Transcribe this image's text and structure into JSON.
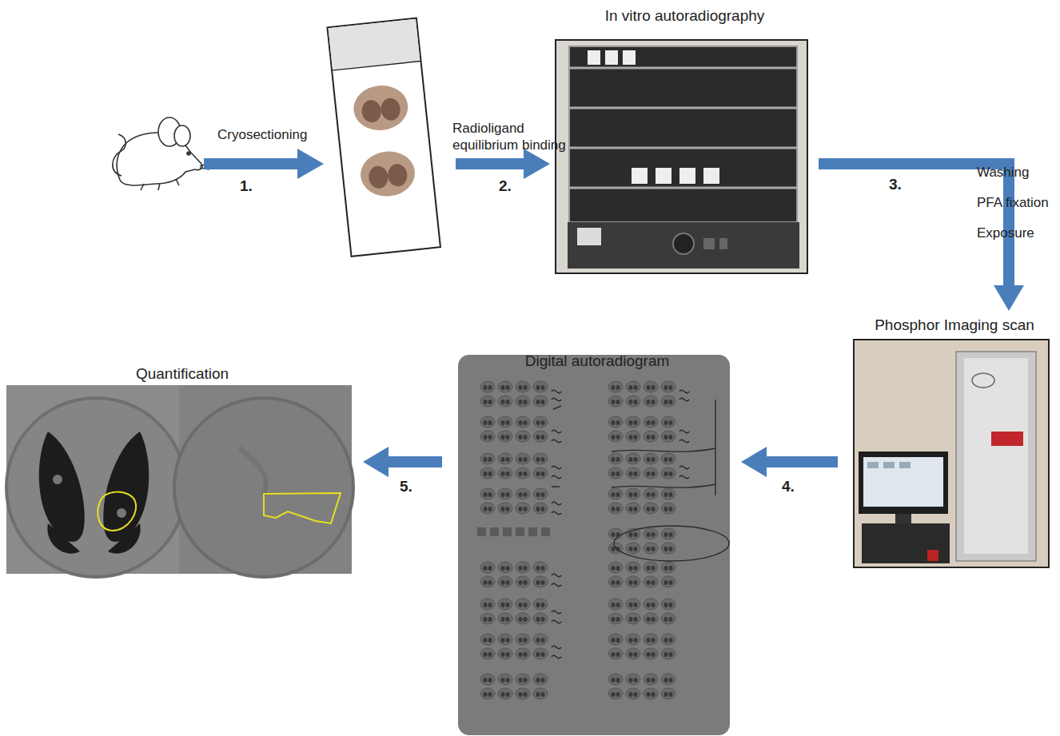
{
  "diagram": {
    "nodes": [
      {
        "text": [
          "In vitro autoradiography"
        ]
      },
      {
        "text": [
          "Phosphor Imaging scan"
        ]
      },
      {
        "text": [
          "Digital autoradiogram"
        ]
      },
      {
        "text": [
          "Quantification"
        ]
      }
    ],
    "edges": [
      {
        "from": 0,
        "to": 1,
        "arrow": "to",
        "label": "3."
      },
      {
        "from": 1,
        "to": 2,
        "arrow": "to",
        "label": "4."
      },
      {
        "from": 2,
        "to": 3,
        "arrow": "to",
        "label": "5."
      }
    ],
    "labels": [
      "Cryosectioning",
      "1.",
      "Radioligand equilibrium binding",
      "2.",
      "Washing",
      "PFA fixation",
      "Exposure"
    ]
  }
}
